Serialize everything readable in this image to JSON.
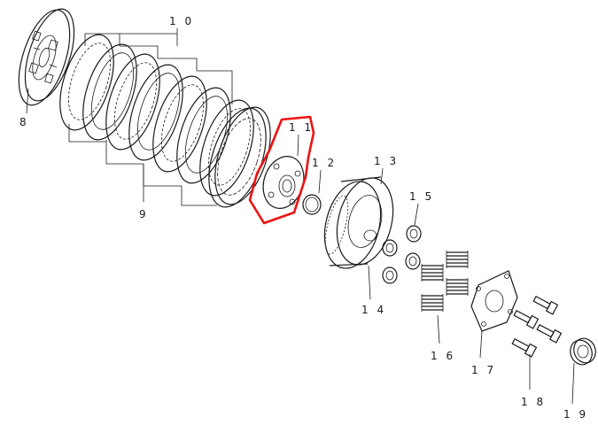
{
  "callouts": {
    "p8": "8",
    "p9": "9",
    "p10": "1 0",
    "p11": "1 1",
    "p12": "1 2",
    "p13": "1 3",
    "p14": "1 4",
    "p15": "1 5",
    "p16": "1 6",
    "p17": "1 7",
    "p18": "1 8",
    "p19": "1 9"
  },
  "highlight_color": "#ee1111",
  "highlighted_part": "1 1"
}
